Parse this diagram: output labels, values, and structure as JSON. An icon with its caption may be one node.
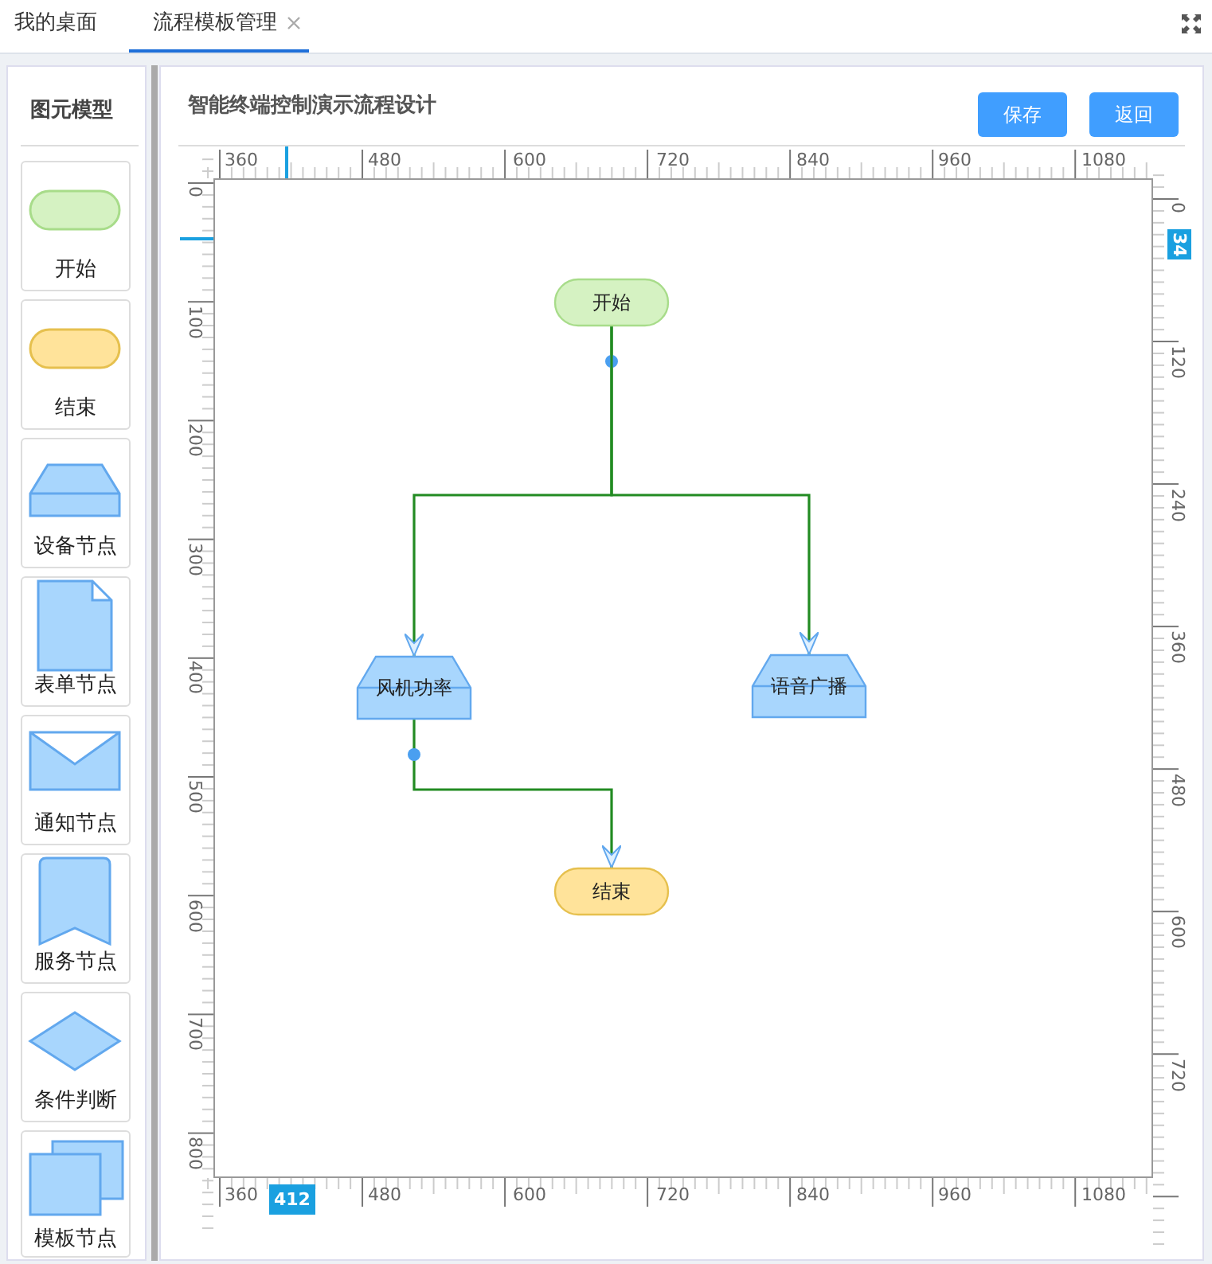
{
  "diagram": {
    "title": "智能终端控制演示流程设计",
    "nodes": [
      {
        "text": [
          "开始"
        ]
      },
      {
        "text": [
          "风机功率"
        ]
      },
      {
        "text": [
          "语音广播"
        ]
      },
      {
        "text": [
          "结束"
        ]
      }
    ],
    "edges": [
      {
        "from": 0,
        "to": 1,
        "arrow": "to"
      },
      {
        "from": 0,
        "to": 2,
        "arrow": "to"
      },
      {
        "from": 1,
        "to": 3,
        "arrow": "to"
      }
    ],
    "labels": [
      "我的桌面",
      "流程模板管理",
      "图元模型",
      "保存",
      "返回",
      "360",
      "480",
      "600",
      "720",
      "840",
      "960",
      "1080",
      "0",
      "100",
      "200",
      "300",
      "400",
      "500",
      "600",
      "700",
      "800",
      "0",
      "34",
      "120",
      "240",
      "360",
      "480",
      "600",
      "720",
      "开始",
      "结束",
      "设备节点",
      "表单节点",
      "通知节点",
      "服务节点",
      "条件判断",
      "模板节点",
      "360",
      "412",
      "480",
      "600",
      "720",
      "840",
      "960",
      "1080"
    ]
  }
}
